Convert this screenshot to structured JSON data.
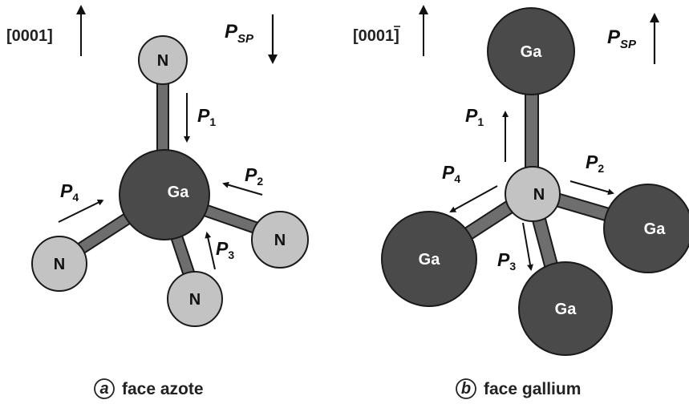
{
  "panel_a": {
    "direction_label": "[0001]",
    "polarization_sp": {
      "symbol": "P",
      "subscript": "SP"
    },
    "central_atom": "Ga",
    "bond_atoms": [
      "N",
      "N",
      "N",
      "N"
    ],
    "bond_polarizations": [
      {
        "symbol": "P",
        "subscript": "1"
      },
      {
        "symbol": "P",
        "subscript": "2"
      },
      {
        "symbol": "P",
        "subscript": "3"
      },
      {
        "symbol": "P",
        "subscript": "4"
      }
    ],
    "caption_letter": "a",
    "caption": "face azote"
  },
  "panel_b": {
    "direction_label": "[000",
    "direction_label_bar": "1",
    "direction_label_end": "]",
    "polarization_sp": {
      "symbol": "P",
      "subscript": "SP"
    },
    "central_atom": "N",
    "bond_atoms": [
      "Ga",
      "Ga",
      "Ga",
      "Ga"
    ],
    "bond_polarizations": [
      {
        "symbol": "P",
        "subscript": "1"
      },
      {
        "symbol": "P",
        "subscript": "2"
      },
      {
        "symbol": "P",
        "subscript": "3"
      },
      {
        "symbol": "P",
        "subscript": "4"
      }
    ],
    "caption_letter": "b",
    "caption": "face gallium"
  },
  "colors": {
    "ga_atom": "#4a4a4a",
    "n_atom": "#c3c3c3",
    "bond": "#6e6e6e",
    "outline": "#1a1a1a"
  }
}
